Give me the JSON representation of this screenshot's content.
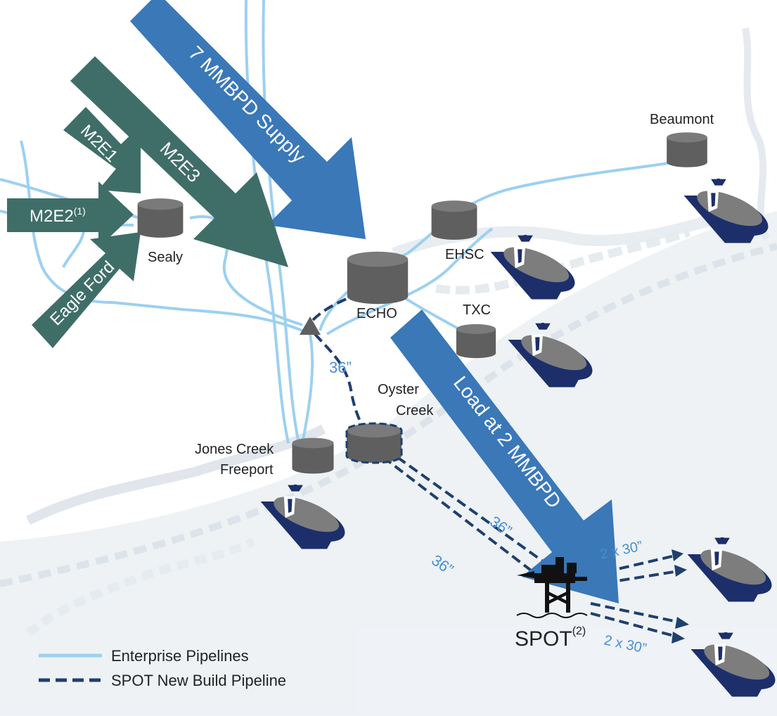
{
  "arrows": {
    "supply": "7 MMBPD Supply",
    "m2e3": "M2E3",
    "m2e1": "M2E1",
    "m2e2": "M2E2",
    "m2e2_sup": "(1)",
    "eagle_ford": "Eagle Ford",
    "load": "Load at 2 MMBPD"
  },
  "terminals": {
    "sealy": "Sealy",
    "echo": "ECHO",
    "ehsc": "EHSC",
    "txc": "TXC",
    "beaumont": "Beaumont",
    "oyster_creek_1": "Oyster",
    "oyster_creek_2": "Creek",
    "jones_creek_1": "Jones Creek",
    "jones_creek_2": "Freeport",
    "spot": "SPOT",
    "spot_sup": "(2)"
  },
  "pipe_sizes": {
    "echo_oyster": "36”",
    "oyster_spot_a": "36”",
    "oyster_spot_b": "36”",
    "spot_ship_top": "2 x 30”",
    "spot_ship_bottom": "2 x 30”"
  },
  "legend": {
    "enterprise": "Enterprise Pipelines",
    "spot": "SPOT New Build Pipeline"
  },
  "colors": {
    "enterprise_pipeline": "#9dd0f0",
    "spot_pipeline": "#1f3f6e",
    "supply_arrow": "#3a78b8",
    "regional_arrow": "#3f6e68",
    "tank": "#5f5f5f",
    "ship_hull": "#1c2f6b",
    "coast": "#e6ecf1"
  }
}
